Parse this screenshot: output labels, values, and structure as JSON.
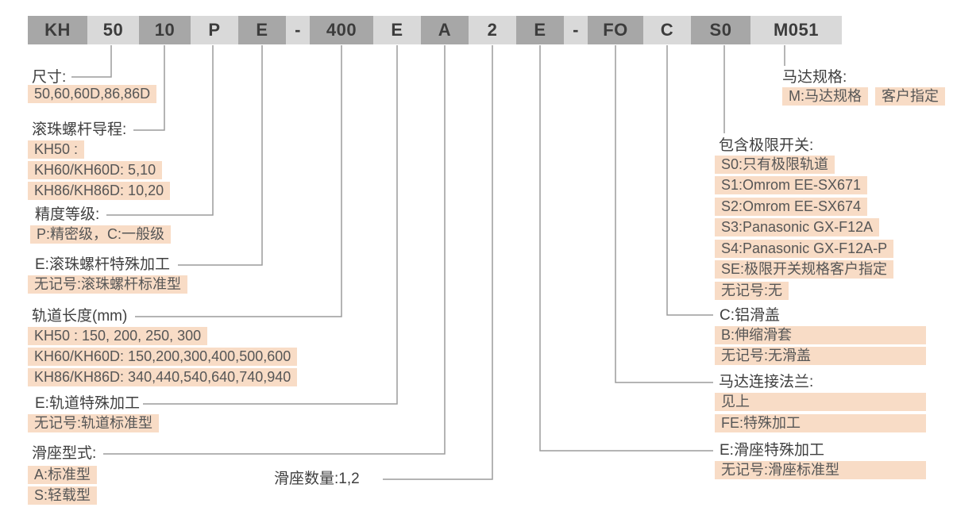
{
  "bar": {
    "segments": [
      "KH",
      "50",
      "10",
      "P",
      "E",
      "-",
      "400",
      "E",
      "A",
      "2",
      "E",
      "-",
      "FO",
      "C",
      "S0",
      "M051"
    ]
  },
  "callouts": {
    "size": {
      "title": "尺寸:",
      "values": [
        "50,60,60D,86,86D"
      ]
    },
    "lead": {
      "title": "滚珠螺杆导程:",
      "values": [
        "KH50 :",
        "KH60/KH60D: 5,10",
        "KH86/KH86D: 10,20"
      ]
    },
    "accuracy": {
      "title": "精度等级:",
      "values": [
        "P:精密级，C:一般级"
      ]
    },
    "screw_special": {
      "title": "E:滚珠螺杆特殊加工",
      "values": [
        "无记号:滚珠螺杆标准型"
      ]
    },
    "rail_length": {
      "title": "轨道长度(mm)",
      "values": [
        "KH50 : 150, 200, 250, 300",
        "KH60/KH60D: 150,200,300,400,500,600",
        "KH86/KH86D: 340,440,540,640,740,940"
      ]
    },
    "rail_special": {
      "title": "E:轨道特殊加工",
      "values": [
        "无记号:轨道标准型"
      ]
    },
    "slider_type": {
      "title": "滑座型式:",
      "values": [
        "A:标准型",
        "S:轻载型"
      ]
    },
    "slider_qty": {
      "title": "滑座数量:1,2"
    },
    "motor_spec": {
      "title": "马达规格:",
      "values": [
        "M:马达规格",
        "客户指定"
      ]
    },
    "limit_switch": {
      "title": "包含极限开关:",
      "values": [
        "S0:只有极限轨道",
        "S1:Omrom EE-SX671",
        "S2:Omrom EE-SX674",
        "S3:Panasonic GX-F12A",
        "S4:Panasonic GX-F12A-P",
        "SE:极限开关规格客户指定",
        "无记号:无"
      ]
    },
    "cover": {
      "title": "C:铝滑盖",
      "values": [
        "B:伸缩滑套",
        "无记号:无滑盖"
      ]
    },
    "flange": {
      "title": "马达连接法兰:",
      "values": [
        "见上",
        "FE:特殊加工"
      ]
    },
    "slider_special": {
      "title": "E:滑座特殊加工",
      "values": [
        "无记号:滑座标准型"
      ]
    }
  },
  "colors": {
    "highlight_chip": "#f8dcc6",
    "bar_light": "#d9d9d9",
    "bar_dark": "#a7a7a7",
    "leader_line": "#9c9c9c",
    "text": "#3f3f3f"
  }
}
